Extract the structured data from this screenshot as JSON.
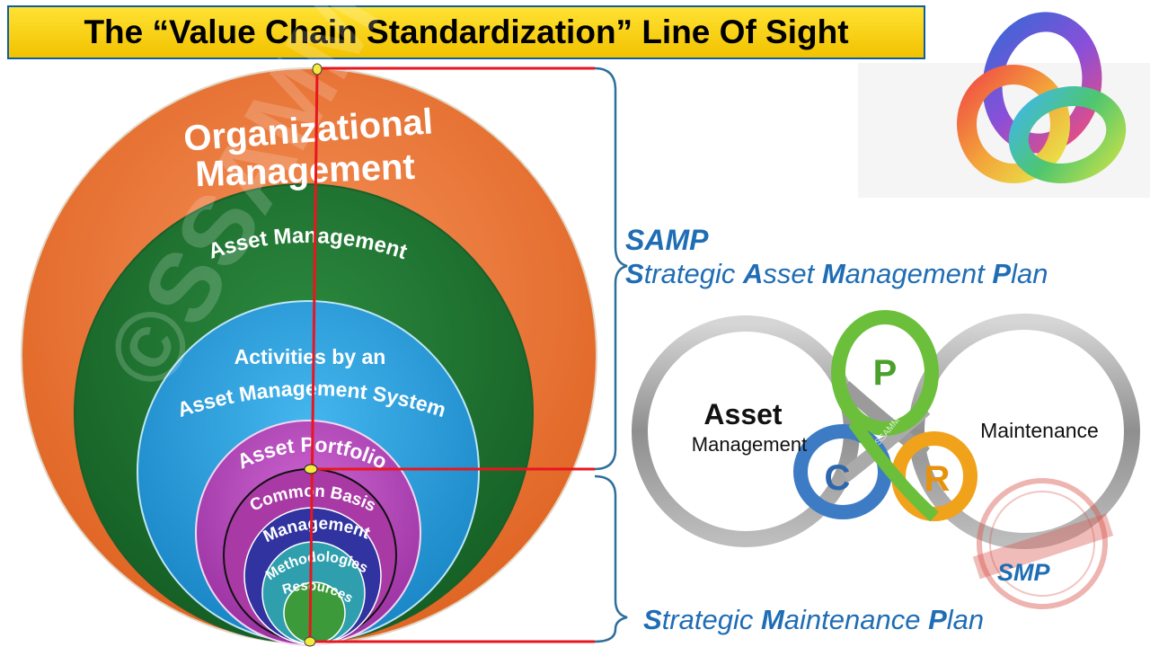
{
  "title": "The “Value Chain Standardization” Line Of Sight",
  "circles": [
    {
      "id": "organizational",
      "lines": [
        "Organizational",
        "Management"
      ],
      "color": "#ef7b3f"
    },
    {
      "id": "asset-management",
      "label": "Asset Management",
      "color": "#217a34"
    },
    {
      "id": "activities",
      "lines": [
        "Activities by an",
        "Asset Management System"
      ],
      "color": "#2ba3e0"
    },
    {
      "id": "asset-portfolio",
      "label": "Asset Portfolio",
      "color": "#b84dc0"
    },
    {
      "id": "common-basis",
      "label": "Common Basis",
      "color": "#a93aa5"
    },
    {
      "id": "management",
      "label": "Management",
      "color": "#3033a0"
    },
    {
      "id": "methodologies",
      "label": "Methodologies",
      "color": "#2f9fae"
    },
    {
      "id": "resources",
      "label": "Resources",
      "color": "#3d9a3a"
    }
  ],
  "watermark": "©SSAMM",
  "samp": {
    "abbr": "SAMP",
    "full": [
      {
        "cap": "S",
        "rest": "trategic "
      },
      {
        "cap": "A",
        "rest": "sset "
      },
      {
        "cap": "M",
        "rest": "anagement "
      },
      {
        "cap": "P",
        "rest": "lan"
      }
    ]
  },
  "infinity": {
    "left_lines": [
      "Asset",
      "Management"
    ],
    "right_label": "Maintenance",
    "letters": [
      "P",
      "C",
      "R"
    ],
    "small_mark": "SSAMM"
  },
  "smp": {
    "abbr": "SMP",
    "full": [
      {
        "cap": "S",
        "rest": "trategic "
      },
      {
        "cap": "M",
        "rest": "aintenance "
      },
      {
        "cap": "P",
        "rest": "lan"
      }
    ]
  },
  "colors": {
    "title_bg": "#ffdc1e",
    "title_border": "#0d5ea0",
    "text_blue": "#1f6db5",
    "line_red": "#e8161f",
    "ring_green": "#6bbf3a",
    "ring_blue": "#3d7cc4",
    "ring_orange": "#f0a21a",
    "ring_gray": "#9b9b9b"
  }
}
